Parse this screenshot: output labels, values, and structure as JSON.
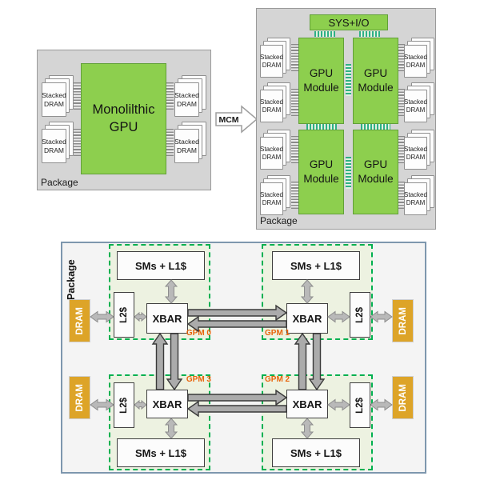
{
  "monolithic_diagram": {
    "package_label": "Package",
    "gpu_label": "Monolilthic\nGPU",
    "stacked_dram_label": "Stacked\nDRAM"
  },
  "transition_arrow": {
    "label": "MCM"
  },
  "mcm_diagram": {
    "package_label": "Package",
    "sys_io_label": "SYS+I/O",
    "gpu_module_label": "GPU\nModule",
    "stacked_dram_label": "Stacked\nDRAM"
  },
  "gpm_diagram": {
    "package_label": "Package",
    "sms_l1_label": "SMs + L1$",
    "xbar_label": "XBAR",
    "l2_label": "L2$",
    "dram_label": "DRAM",
    "gpm0_label": "GPM 0",
    "gpm1_label": "GPM 1",
    "gpm2_label": "GPM 2",
    "gpm3_label": "GPM 3"
  },
  "colors": {
    "gpu_green": "#8dcf4e",
    "package_gray": "#d5d5d5",
    "dram_orange": "#dda428",
    "gpm_label_orange": "#e8650c",
    "dashed_green": "#00b050",
    "quadrant_fill": "#edf2e1",
    "interposer_teal": "#2fb086",
    "arrow_gray": "#ababab"
  }
}
